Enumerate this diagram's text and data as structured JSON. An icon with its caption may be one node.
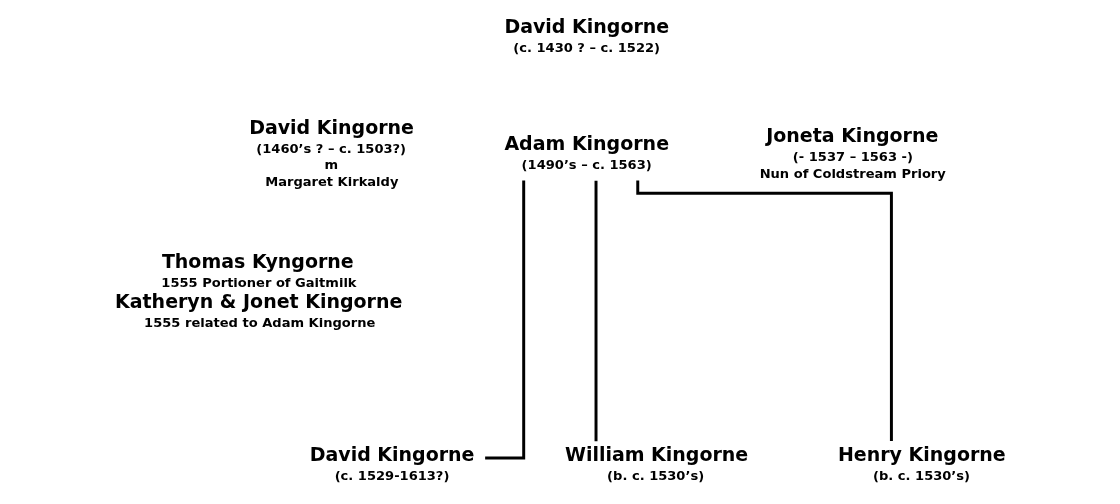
{
  "diagram": {
    "nodes": [
      {
        "text": [
          "Adam Kingorne",
          "(1490’s – c. 1563)"
        ]
      },
      {
        "text": [
          "David Kingorne",
          "(c. 1529-1613?)"
        ]
      },
      {
        "text": [
          "William Kingorne",
          "(b. c. 1530’s)"
        ]
      },
      {
        "text": [
          "Henry Kingorne",
          "(b. c. 1530’s)"
        ]
      }
    ],
    "edges": [
      {
        "from": 0,
        "to": 1,
        "arrow": "none"
      },
      {
        "from": 0,
        "to": 2,
        "arrow": "none"
      },
      {
        "from": 0,
        "to": 3,
        "arrow": "none"
      }
    ],
    "labels": [
      "David Kingorne",
      "(c. 1430 ? – c. 1522)",
      "David Kingorne",
      "(1460’s ? – c. 1503?)",
      "m",
      "Margaret Kirkaldy",
      "Joneta Kingorne",
      "(- 1537 – 1563 -)",
      "Nun of Coldstream Priory",
      "Thomas Kyngorne",
      "1555 Portioner of Gaitmilk",
      "Katheryn & Jonet Kingorne",
      "1555 related to Adam Kingorne"
    ]
  }
}
